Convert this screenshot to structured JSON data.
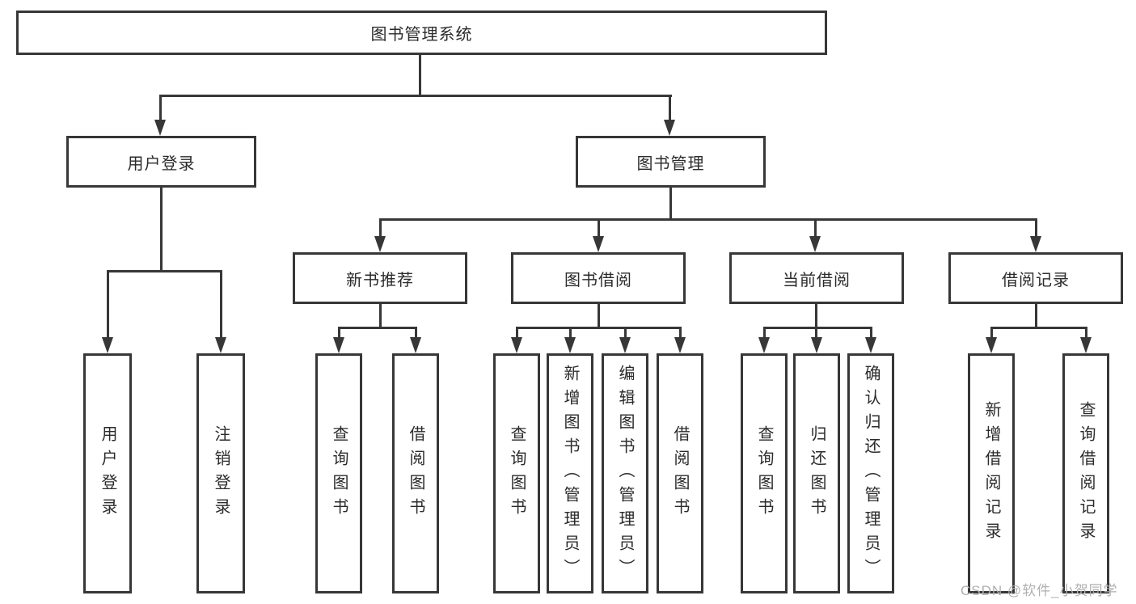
{
  "diagram": {
    "type": "hierarchy-tree",
    "title": "图书管理系统",
    "tree": {
      "label": "图书管理系统",
      "children": [
        {
          "label": "用户登录",
          "children": [
            {
              "label": "用户登录"
            },
            {
              "label": "注销登录"
            }
          ]
        },
        {
          "label": "图书管理",
          "children": [
            {
              "label": "新书推荐",
              "children": [
                {
                  "label": "查询图书"
                },
                {
                  "label": "借阅图书"
                }
              ]
            },
            {
              "label": "图书借阅",
              "children": [
                {
                  "label": "查询图书"
                },
                {
                  "label": "新增图书（管理员）"
                },
                {
                  "label": "编辑图书（管理员）"
                },
                {
                  "label": "借阅图书"
                }
              ]
            },
            {
              "label": "当前借阅",
              "children": [
                {
                  "label": "查询图书"
                },
                {
                  "label": "归还图书"
                },
                {
                  "label": "确认归还（管理员）"
                }
              ]
            },
            {
              "label": "借阅记录",
              "children": [
                {
                  "label": "新增借阅记录"
                },
                {
                  "label": "查询借阅记录"
                }
              ]
            }
          ]
        }
      ]
    },
    "colors": {
      "line": "#373737",
      "text": "#2b2b2b",
      "background": "#ffffff",
      "watermark": "#b0b0b0"
    }
  },
  "watermark": {
    "text": "CSDN @软件_小贺同学"
  }
}
